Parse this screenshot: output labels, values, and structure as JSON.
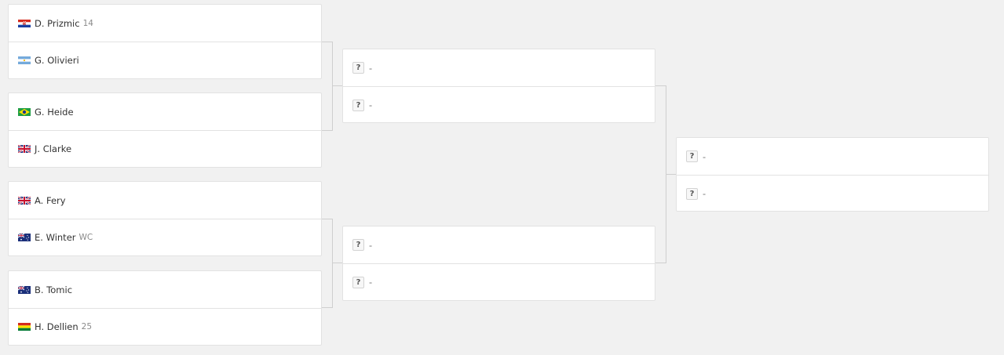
{
  "round1": [
    {
      "players": [
        {
          "name": "D. Prizmic",
          "seed": "14",
          "flag": "croatia-flag-icon"
        },
        {
          "name": "G. Olivieri",
          "seed": "",
          "flag": "argentina-flag-icon"
        }
      ]
    },
    {
      "players": [
        {
          "name": "G. Heide",
          "seed": "",
          "flag": "brazil-flag-icon"
        },
        {
          "name": "J. Clarke",
          "seed": "",
          "flag": "uk-flag-icon"
        }
      ]
    },
    {
      "players": [
        {
          "name": "A. Fery",
          "seed": "",
          "flag": "uk-flag-icon"
        },
        {
          "name": "E. Winter",
          "seed": "WC",
          "flag": "australia-flag-icon"
        }
      ]
    },
    {
      "players": [
        {
          "name": "B. Tomic",
          "seed": "",
          "flag": "australia-flag-icon"
        },
        {
          "name": "H. Dellien",
          "seed": "25",
          "flag": "bolivia-flag-icon"
        }
      ]
    }
  ],
  "placeholder": {
    "icon_text": "?",
    "name": "-"
  },
  "colors": {
    "background": "#f1f1f1",
    "card": "#ffffff",
    "border": "#e2e2e2",
    "connector": "#cfcfcf"
  }
}
